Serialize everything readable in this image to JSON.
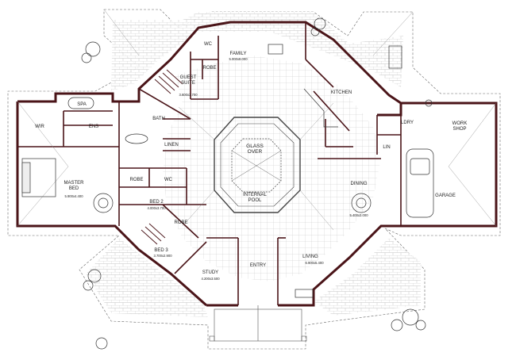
{
  "rooms": {
    "family": {
      "name": "FAMILY",
      "size": "5.000x8.000"
    },
    "wc_top": {
      "name": "WC"
    },
    "robe_top": {
      "name": "ROBE"
    },
    "guest_suite": {
      "name": "GUEST SUITE",
      "size": "3.600x3.700"
    },
    "kitchen": {
      "name": "KITCHEN"
    },
    "spa": {
      "name": "SPA"
    },
    "wir": {
      "name": "WIR"
    },
    "ens": {
      "name": "ENS"
    },
    "bath": {
      "name": "BATH"
    },
    "linen": {
      "name": "LINEN"
    },
    "glass_over": {
      "name": "GLASS OVER"
    },
    "internal_pool": {
      "name": "INTERNAL POOL"
    },
    "master_bed": {
      "name": "MASTER BED",
      "size": "5.900x4.400"
    },
    "robe_bed2": {
      "name": "ROBE"
    },
    "wc_bed2": {
      "name": "WC"
    },
    "bed2": {
      "name": "BED 2",
      "size": "4.000x3.700"
    },
    "robe_bed3": {
      "name": "ROBE"
    },
    "bed3": {
      "name": "BED 3",
      "size": "3.700x2.900"
    },
    "study": {
      "name": "STUDY",
      "size": "4.200x3.500"
    },
    "entry": {
      "name": "ENTRY"
    },
    "living": {
      "name": "LIVING",
      "size": "6.900x5.400"
    },
    "dining": {
      "name": "DINING",
      "size": "5.400x3.000"
    },
    "ldry": {
      "name": "LDRY"
    },
    "lin": {
      "name": "LIN"
    },
    "work_shop": {
      "name": "WORK SHOP"
    },
    "garage": {
      "name": "GARAGE"
    }
  },
  "colors": {
    "wall": "#4a1418",
    "line": "#555555",
    "paving": "#bbbbbb"
  }
}
